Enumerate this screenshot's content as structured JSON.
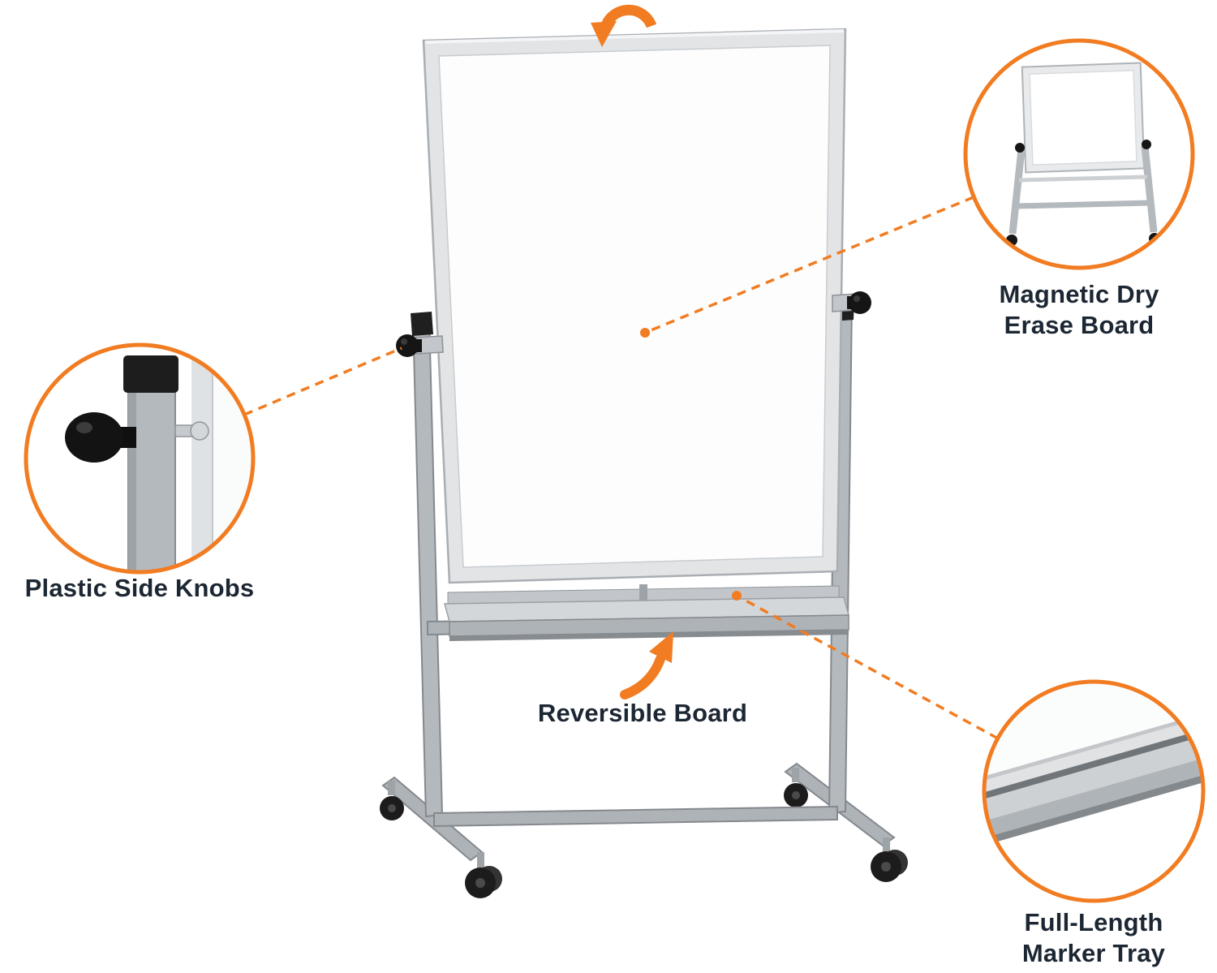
{
  "colors": {
    "accent": "#F17C21",
    "text": "#1C2733",
    "stand_gray": "#AEB3B8",
    "stand_dark": "#85898E",
    "frame_silver": "#E2E4E6",
    "board_white": "#FDFDFE",
    "knob_black": "#151515"
  },
  "icons": {
    "rotate_arrow_top": "curved-rotate-arrow",
    "flip_arrow": "curved-flip-arrow",
    "leader_line": "orange-dashed-line"
  },
  "callouts": {
    "knobs": {
      "label": "Plastic Side Knobs"
    },
    "board": {
      "line1": "Magnetic Dry",
      "line2": "Erase Board"
    },
    "tray": {
      "line1": "Full-Length",
      "line2": "Marker Tray"
    }
  },
  "annotations": {
    "reversible": {
      "label": "Reversible Board"
    }
  }
}
